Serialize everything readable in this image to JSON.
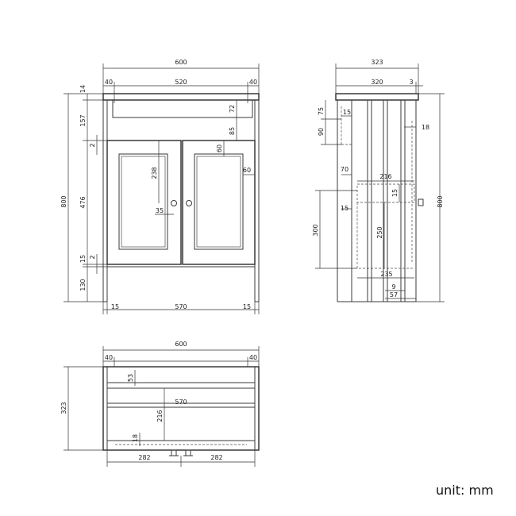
{
  "unit": "unit: mm",
  "front_view": {
    "overall_width": "600",
    "top_left_margin": "40",
    "top_inner_width": "520",
    "top_right_margin": "40",
    "top_thickness": "14",
    "basin_depth": "72",
    "top_band_height": "157",
    "rail_height_85": "85",
    "gap_top": "2",
    "door_height": "476",
    "gap_bottom": "2",
    "bottom_rail": "15",
    "overall_height": "800",
    "panel_height": "238",
    "frame_top": "60",
    "frame_side": "60",
    "handle_offset": "35",
    "plinth_height": "130",
    "left_leg": "15",
    "inner_width": "570",
    "right_leg": "15"
  },
  "side_view": {
    "overall_depth": "323",
    "inner_depth": "320",
    "back_gap": "3",
    "dim_75": "75",
    "dim_15_top": "15",
    "dim_90": "90",
    "dim_18": "18",
    "overall_height": "800",
    "dim_70": "70",
    "dim_216": "216",
    "dim_15_mid": "15",
    "dim_15_left": "15",
    "dim_300": "300",
    "dim_250": "250",
    "dim_235": "235",
    "dim_9": "9",
    "dim_57": "57"
  },
  "top_view": {
    "overall_width": "600",
    "left_margin": "40",
    "right_margin": "40",
    "dim_53": "53",
    "inner_width": "570",
    "overall_depth": "323",
    "dim_216": "216",
    "dim_18": "18",
    "left_half": "282",
    "right_half": "282"
  }
}
